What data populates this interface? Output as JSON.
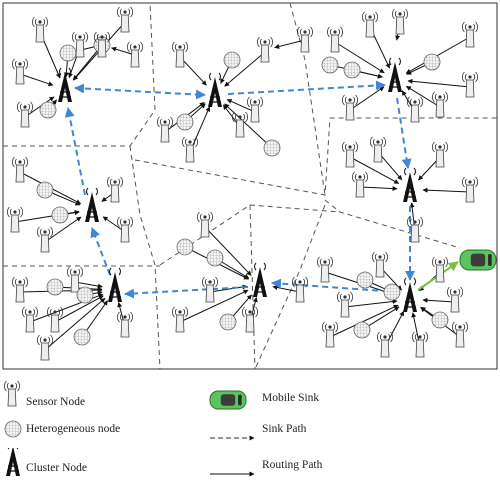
{
  "legend": {
    "sensor": "Sensor Node",
    "hetero": "Heterogeneous node",
    "cluster": "Cluster Node",
    "sink": "Mobile Sink",
    "sink_path": "Sink Path",
    "routing": "Routing Path"
  },
  "colors": {
    "sink_path": "#3f86d6",
    "mobile_sink_fill": "#5cc45c",
    "mobile_sink_path": "#7ac143",
    "line": "#111111",
    "region_border": "#555555"
  },
  "icons": [
    "sensor-node-icon",
    "heterogeneous-node-icon",
    "cluster-node-icon",
    "mobile-sink-icon"
  ]
}
